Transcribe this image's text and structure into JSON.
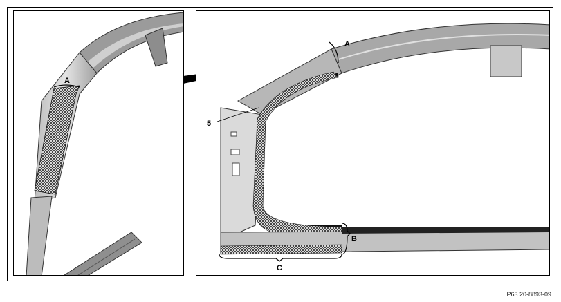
{
  "callouts": {
    "left_a": "A",
    "right_a": "A",
    "right_b": "B",
    "right_c": "C",
    "right_5": "5"
  },
  "figure_ref": "P63.20-8893-09",
  "colors": {
    "panel_fill": "#d7d7d7",
    "panel_dark": "#8a8a8a",
    "seam": "#111111",
    "hatch": "#222222"
  }
}
